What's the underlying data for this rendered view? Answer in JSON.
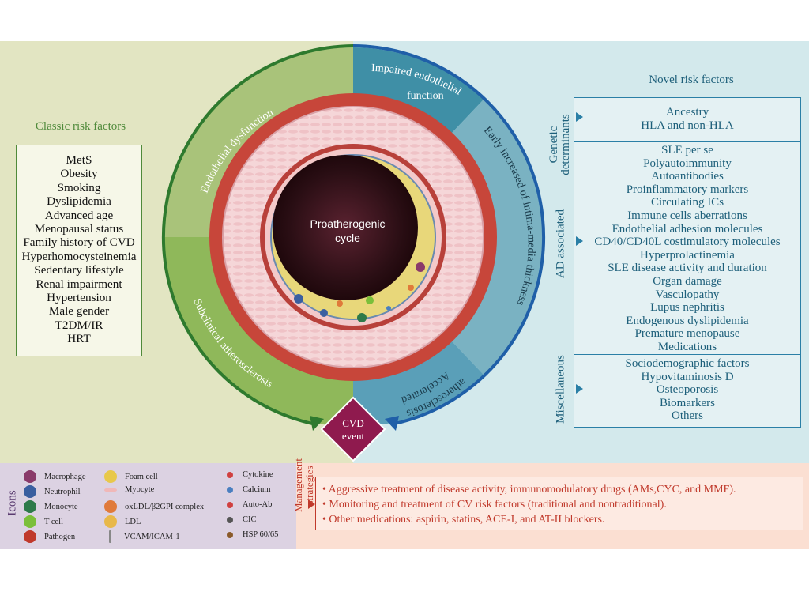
{
  "classic": {
    "title": "Classic risk factors",
    "items": [
      "MetS",
      "Obesity",
      "Smoking",
      "Dyslipidemia",
      "Advanced age",
      "Menopausal status",
      "Family history of CVD",
      "Hyperhomocysteinemia",
      "Sedentary lifestyle",
      "Renal impairment",
      "Hypertension",
      "Male gender",
      "T2DM/IR",
      "HRT"
    ]
  },
  "novel": {
    "title": "Novel risk factors",
    "genetic_label": "Genetic determinants",
    "genetic_items": [
      "Ancestry",
      "HLA and non-HLA"
    ],
    "ad_label": "AD associated",
    "ad_items": [
      "SLE per se",
      "Polyautoimmunity",
      "Autoantibodies",
      "Proinflammatory markers",
      "Circulating ICs",
      "Immune cells aberrations",
      "Endothelial adhesion molecules",
      "CD40/CD40L costimulatory molecules",
      "Hyperprolactinemia",
      "SLE disease activity and duration",
      "Organ damage",
      "Vasculopathy",
      "Lupus nephritis",
      "Endogenous dyslipidemia",
      "Premature menopause",
      "Medications"
    ],
    "misc_label": "Miscellaneous",
    "misc_items": [
      "Sociodemographic factors",
      "Hypovitaminosis D",
      "Osteoporosis",
      "Biomarkers",
      "Others"
    ]
  },
  "cycle": {
    "center_line1": "Proatherogenic",
    "center_line2": "cycle",
    "endothelial_dysfunction": "Endothelial dysfunction",
    "impaired_line1": "Impaired endothelial",
    "impaired_line2": "function",
    "imt": "Early increased of intima-media thickness",
    "accelerated_line1": "Accelerated",
    "accelerated_line2": "atherosclerosis",
    "subclinical": "Subclinical atherosclerosis",
    "cvd_line1": "CVD",
    "cvd_line2": "event"
  },
  "icons": {
    "label": "Icons",
    "items": [
      {
        "name": "macrophage",
        "label": "Macrophage",
        "color": "#8a3a6a"
      },
      {
        "name": "neutrophil",
        "label": "Neutrophil",
        "color": "#3a5fa0"
      },
      {
        "name": "monocyte",
        "label": "Monocyte",
        "color": "#2e7a4a"
      },
      {
        "name": "t-cell",
        "label": "T cell",
        "color": "#7bbf3a"
      },
      {
        "name": "pathogen",
        "label": "Pathogen",
        "color": "#c0392b"
      },
      {
        "name": "foam-cell",
        "label": "Foam cell",
        "color": "#e8c84a"
      },
      {
        "name": "myocyte",
        "label": "Myocyte",
        "color": "#f0b8b8"
      },
      {
        "name": "oxldl",
        "label": "oxLDL/β2GPI complex",
        "color": "#e07a3a"
      },
      {
        "name": "ldl",
        "label": "LDL",
        "color": "#e8b84a"
      },
      {
        "name": "vcam",
        "label": "VCAM/ICAM-1",
        "color": "#888888"
      },
      {
        "name": "cytokine",
        "label": "Cytokine",
        "color": "#d04040"
      },
      {
        "name": "calcium",
        "label": "Calcium",
        "color": "#4a7fc0"
      },
      {
        "name": "auto-ab",
        "label": "Auto-Ab",
        "color": "#d04040"
      },
      {
        "name": "cic",
        "label": "CIC",
        "color": "#555555"
      },
      {
        "name": "hsp",
        "label": "HSP 60/65",
        "color": "#8a5a2a"
      }
    ]
  },
  "management": {
    "label_line1": "Management",
    "label_line2": "strategies",
    "items": [
      "Aggressive treatment of disease activity, immunomodulatory drugs (AMs,CYC, and MMF).",
      "Monitoring and treatment of CV risk factors (traditional and nontraditional).",
      "Other medications: aspirin, statins, ACE-I, and AT-II blockers."
    ]
  }
}
